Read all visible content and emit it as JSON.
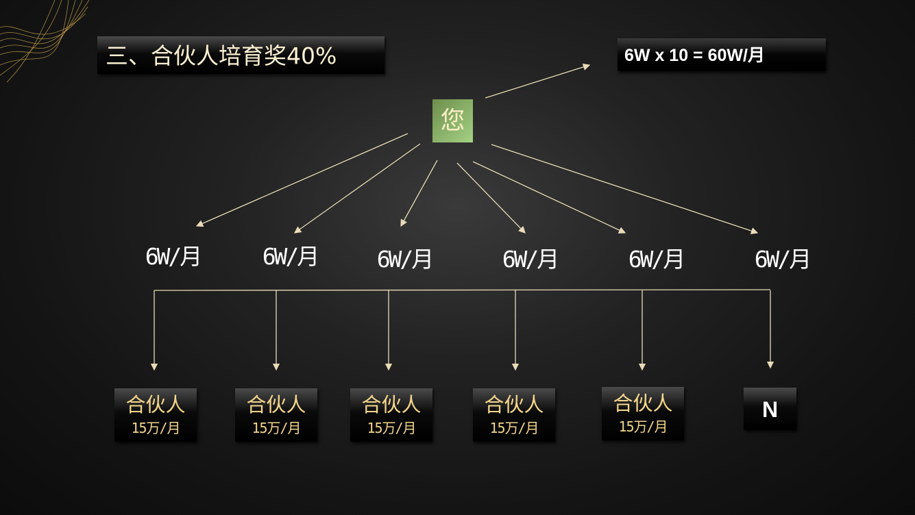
{
  "title": "三、合伙人培育奖40%",
  "total": "6W x 10 = 60W/月",
  "hub": "您",
  "amounts": [
    "6W/月",
    "6W/月",
    "6W/月",
    "6W/月",
    "6W/月",
    "6W/月"
  ],
  "partners": [
    {
      "label": "合伙人",
      "income": "15万/月"
    },
    {
      "label": "合伙人",
      "income": "15万/月"
    },
    {
      "label": "合伙人",
      "income": "15万/月"
    },
    {
      "label": "合伙人",
      "income": "15万/月"
    },
    {
      "label": "合伙人",
      "income": "15万/月"
    }
  ],
  "last_node": "N",
  "colors": {
    "line": "#e8dcb8",
    "gold": "#f3d68c",
    "hub": "#8fb86c"
  }
}
